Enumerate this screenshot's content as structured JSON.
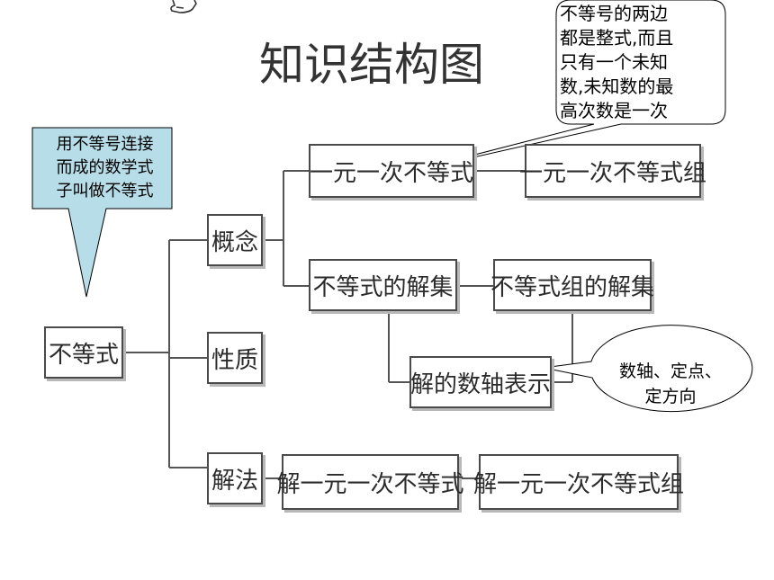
{
  "title": "知识结构图",
  "nodes": {
    "root": "不等式",
    "concept": "概念",
    "property": "性质",
    "method": "解法",
    "linear_ineq": "一元一次不等式",
    "linear_system": "一元一次不等式组",
    "solution_set": "不等式的解集",
    "system_solution_set": "不等式组的解集",
    "number_line": "解的数轴表示",
    "solve_linear": "解一元一次不等式",
    "solve_system": "解一元一次不等式组"
  },
  "callouts": {
    "definition": "用不等号连接\n而成的数学式\n子叫做不等式",
    "linear_def": "不等号的两边\n都是整式,而且\n只有一个未知\n数,未知数的最\n高次数是一次",
    "number_line_tip": "数轴、定点、\n定方向"
  },
  "colors": {
    "callout_fill": "#b7dde8",
    "line": "#555555",
    "box_border": "#4a4a4a"
  }
}
